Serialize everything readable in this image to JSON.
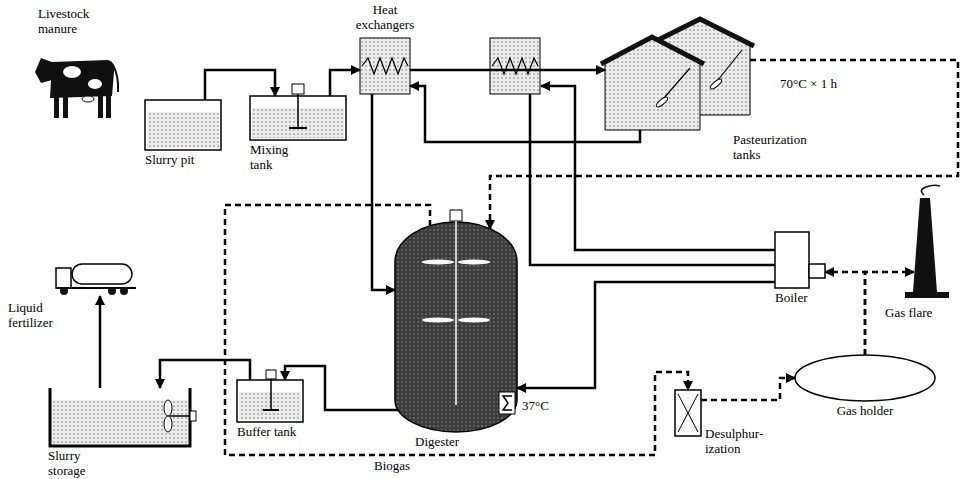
{
  "diagram": {
    "nodes": [
      {
        "text": [
          "Livestock manure"
        ]
      },
      {
        "text": [
          "Slurry pit"
        ]
      },
      {
        "text": [
          "Mixing tank"
        ]
      },
      {
        "text": [
          "Heat exchangers"
        ]
      },
      {
        "text": [
          "70°C × 1 h",
          "Pasteurization tanks"
        ]
      },
      {
        "text": [
          "Boiler"
        ]
      },
      {
        "text": [
          "Gas flare"
        ]
      },
      {
        "text": [
          "Digester",
          "37°C"
        ]
      },
      {
        "text": [
          "Gas holder"
        ]
      },
      {
        "text": [
          "Desulphur- ization"
        ]
      },
      {
        "text": [
          "Buffer tank"
        ]
      },
      {
        "text": [
          "Slurry storage"
        ]
      },
      {
        "text": [
          "Liquid fertilizer"
        ]
      }
    ],
    "edges": [
      {
        "from": 1,
        "to": 2,
        "arrow": "to"
      },
      {
        "from": 2,
        "to": 3,
        "arrow": "to"
      },
      {
        "from": 3,
        "to": 4,
        "arrow": "to"
      },
      {
        "from": 4,
        "to": 3,
        "arrow": "to"
      },
      {
        "from": 3,
        "to": 7,
        "arrow": "to"
      },
      {
        "from": 4,
        "to": 7,
        "arrow": "to"
      },
      {
        "from": 5,
        "to": 7,
        "arrow": "to"
      },
      {
        "from": 7,
        "to": 10,
        "arrow": "to"
      },
      {
        "from": 10,
        "to": 11,
        "arrow": "to"
      },
      {
        "from": 11,
        "to": 12,
        "arrow": "to"
      },
      {
        "from": 7,
        "to": 9,
        "label": "Biogas",
        "arrow": "to"
      },
      {
        "from": 9,
        "to": 8,
        "arrow": "to"
      },
      {
        "from": 8,
        "to": 5,
        "arrow": "to"
      },
      {
        "from": 8,
        "to": 6,
        "arrow": "to"
      }
    ]
  }
}
